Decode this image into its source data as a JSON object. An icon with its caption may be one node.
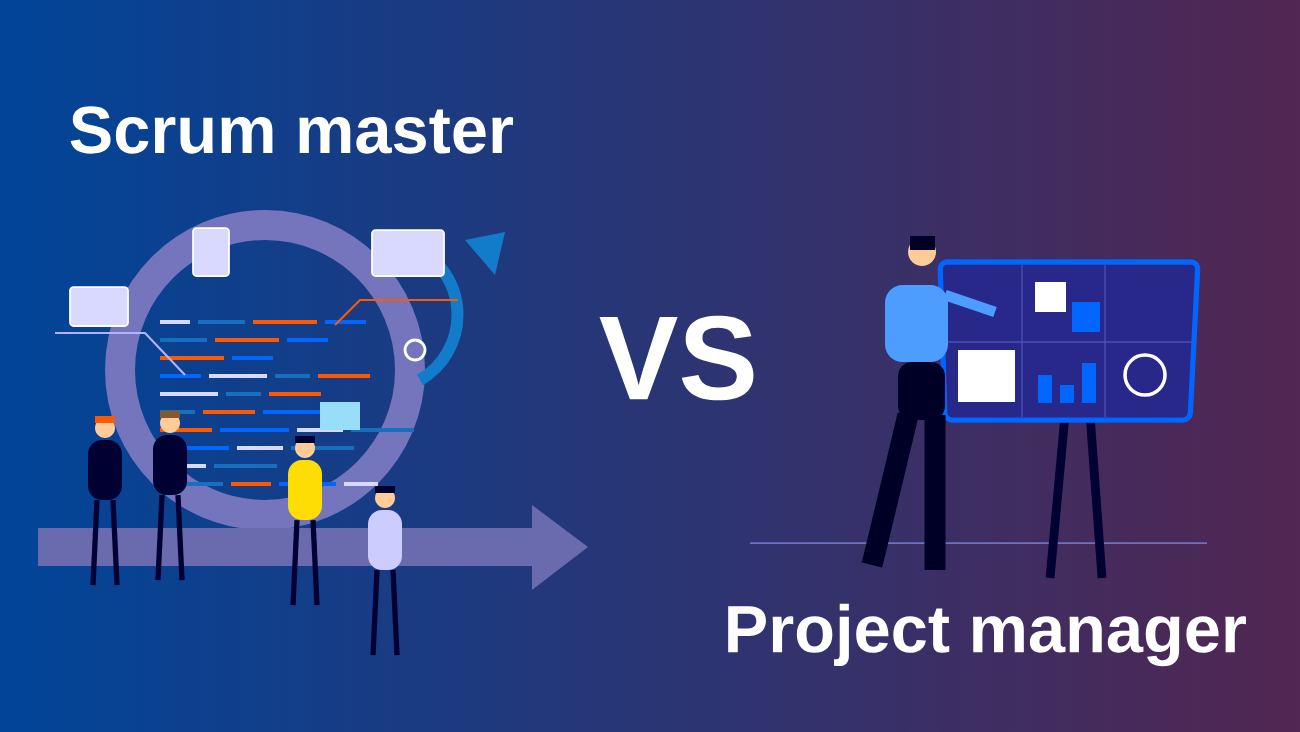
{
  "diagram": {
    "labels": [
      "Scrum master",
      "VS",
      "Project manager"
    ]
  }
}
